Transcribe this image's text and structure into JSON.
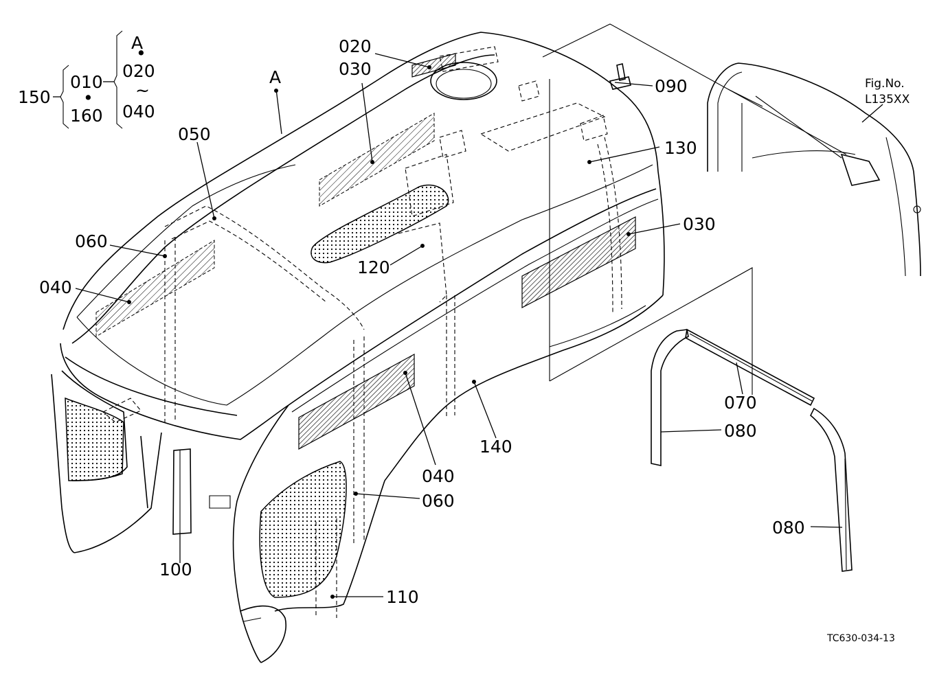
{
  "diagram": {
    "labels": {
      "a_top": "A",
      "a_mid": "A",
      "code_150": "150",
      "code_010": "010",
      "code_160": "160",
      "code_020_group": "020",
      "code_040_group": "040",
      "tilde": "~",
      "bullet": "•",
      "code_020": "020",
      "code_030_top": "030",
      "code_050": "050",
      "code_060_left": "060",
      "code_040_left": "040",
      "code_090": "090",
      "code_130": "130",
      "code_030_right": "030",
      "code_120": "120",
      "code_140": "140",
      "code_040_lower": "040",
      "code_060_lower": "060",
      "code_070": "070",
      "code_080_a": "080",
      "code_080_b": "080",
      "code_100": "100",
      "code_110": "110",
      "fig_no_label": "Fig.No.",
      "fig_no_value": "L135XX",
      "drawing_ref": "TC630-034-13"
    }
  }
}
